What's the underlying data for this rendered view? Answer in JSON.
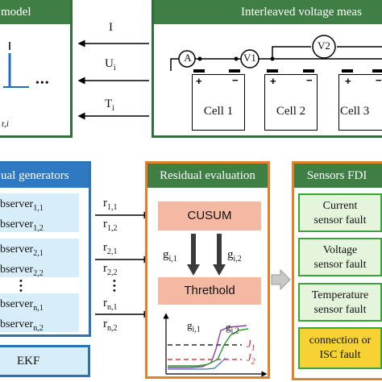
{
  "battery_model": {
    "title": "model",
    "dots": "•••",
    "partial_sub": "t,i"
  },
  "measurement": {
    "title": "Interleaved voltage meas",
    "ammeter": "A",
    "v1": "V1",
    "v2": "V2",
    "cells": [
      "Cell 1",
      "Cell 2",
      "Cell 3"
    ]
  },
  "signals_top": {
    "current": "I",
    "voltage": "U",
    "voltage_sub": "i",
    "temperature": "T",
    "temperature_sub": "i"
  },
  "residual_generators": {
    "title": "ual generators",
    "observers": [
      {
        "text": "bserver",
        "sub": "1,1"
      },
      {
        "text": "bserver",
        "sub": "1,2"
      },
      {
        "text": "bserver",
        "sub": "2,1"
      },
      {
        "text": "bserver",
        "sub": "2,2"
      },
      {
        "text": "bserver",
        "sub": "n,1"
      },
      {
        "text": "bserver",
        "sub": "n,2"
      }
    ],
    "ekf": "EKF"
  },
  "residuals": [
    {
      "text": "r",
      "sub": "1,1"
    },
    {
      "text": "r",
      "sub": "1,2"
    },
    {
      "text": "r",
      "sub": "2,1"
    },
    {
      "text": "r",
      "sub": "2,2"
    },
    {
      "text": "r",
      "sub": "n,1"
    },
    {
      "text": "r",
      "sub": "n,2"
    }
  ],
  "residual_evaluation": {
    "title": "Residual evaluation",
    "cusum": "CUSUM",
    "threshold": "Threthold",
    "g1": "g",
    "g1_sub": "i,1",
    "g2": "g",
    "g2_sub": "i,2",
    "j1": "J",
    "j1_sub": "1",
    "j2": "J",
    "j2_sub": "2"
  },
  "sensors_fdi": {
    "title": "Sensors FDI",
    "faults": [
      [
        "Current",
        "sensor fault"
      ],
      [
        "Voltage",
        "sensor fault"
      ],
      [
        "Temperature",
        "sensor fault"
      ],
      [
        "connection or",
        "ISC fault"
      ]
    ]
  },
  "colors": {
    "green_frame": "#2f6f3a",
    "blue_frame": "#2a73b8",
    "orange_frame": "#e0822a",
    "fault_green": "#3aa63a",
    "connection_fill": "#f6d233",
    "j1_line": "#c81e1e"
  }
}
